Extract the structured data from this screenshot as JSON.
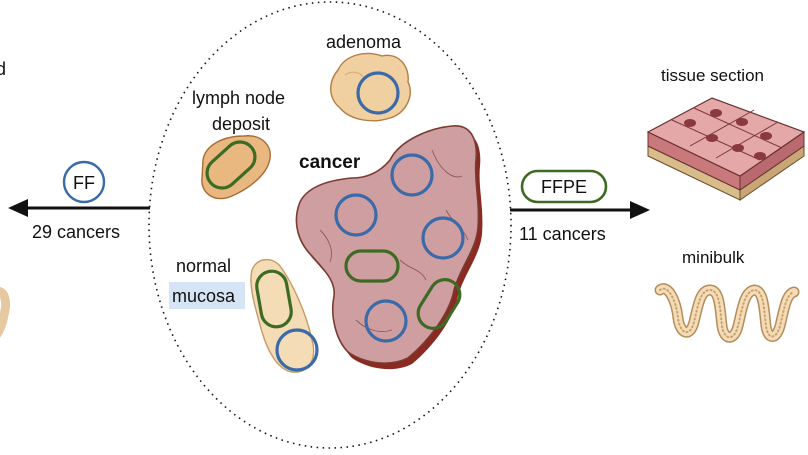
{
  "labels": {
    "left_cut": "d",
    "adenoma": "adenoma",
    "lymph_line1": "lymph node",
    "lymph_line2": "deposit",
    "cancer": "cancer",
    "normal": "normal",
    "mucosa": "mucosa",
    "ff": "FF",
    "ffpe": "FFPE",
    "left_count": "29 cancers",
    "right_count": "11 cancers",
    "tissue_section": "tissue section",
    "minibulk": "minibulk"
  },
  "colors": {
    "ff_circle": "#3a6aa8",
    "ffpe_ring": "#3d6b24",
    "tumor_fill": "#cf9ea0",
    "tumor_edge": "#8b2a22",
    "adenoma_fill": "#f0cfa0",
    "lymph_fill": "#e8b880",
    "mucosa_fill": "#f3dcb6",
    "highlight": "#d6e5f5",
    "arrow": "#111111"
  }
}
